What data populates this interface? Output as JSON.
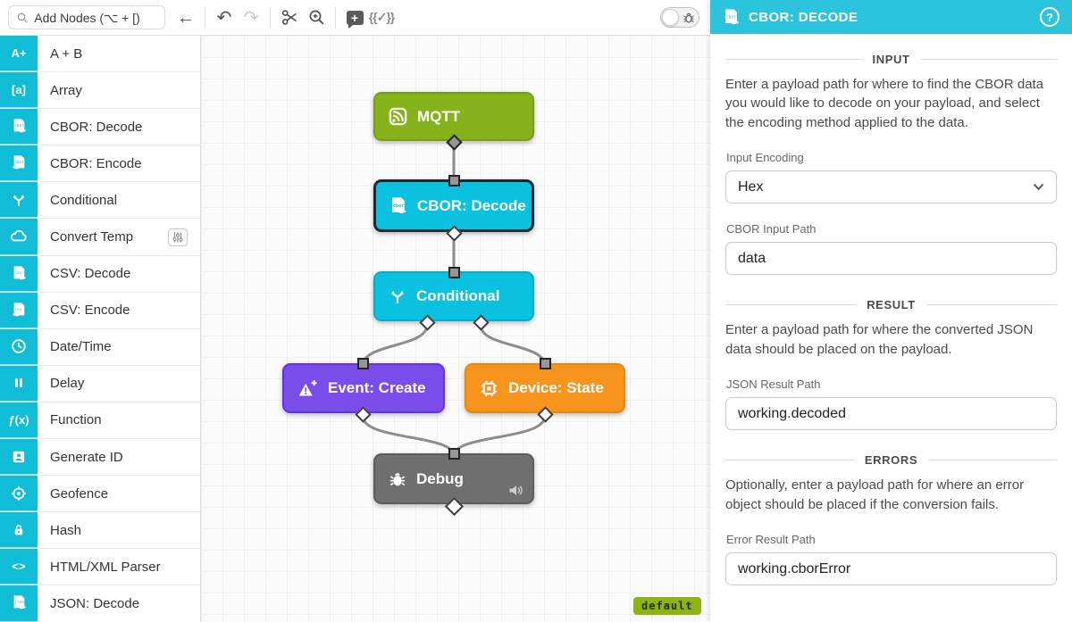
{
  "colors": {
    "accent-cyan": "#11bcd7",
    "node-cyan": "#0ac1e0",
    "node-green": "#86b31c",
    "node-purple": "#7a4ce9",
    "node-orange": "#f7941e",
    "node-gray": "#6f6f6f",
    "panel-header": "#2cc3dc",
    "badge-green": "#8cb413",
    "edge-gray": "#8d8d8d"
  },
  "toolbar": {
    "search_placeholder": "Add Nodes (⌥ + [)",
    "back_glyph": "←",
    "undo_glyph": "↶",
    "redo_glyph": "↷",
    "comment_plus_glyph": "+",
    "template_tester_glyph": "{{✓}}"
  },
  "sidebar": {
    "items": [
      {
        "name": "a-plus-b",
        "label": "A + B",
        "icon": "text",
        "glyph": "A+"
      },
      {
        "name": "array",
        "label": "Array",
        "icon": "text",
        "glyph": "[a]"
      },
      {
        "name": "cbor-decode",
        "label": "CBOR: Decode",
        "icon": "doc-decode",
        "glyph": "cbor"
      },
      {
        "name": "cbor-encode",
        "label": "CBOR: Encode",
        "icon": "doc-encode",
        "glyph": "cbor"
      },
      {
        "name": "conditional",
        "label": "Conditional",
        "icon": "branch"
      },
      {
        "name": "convert-temp",
        "label": "Convert Temp",
        "icon": "cloud",
        "config_badge": true
      },
      {
        "name": "csv-decode",
        "label": "CSV: Decode",
        "icon": "doc-decode",
        "glyph": "csv"
      },
      {
        "name": "csv-encode",
        "label": "CSV: Encode",
        "icon": "doc-encode",
        "glyph": "csv"
      },
      {
        "name": "date-time",
        "label": "Date/Time",
        "icon": "clock"
      },
      {
        "name": "delay",
        "label": "Delay",
        "icon": "pause"
      },
      {
        "name": "function",
        "label": "Function",
        "icon": "text",
        "glyph": "ƒ(x)"
      },
      {
        "name": "generate-id",
        "label": "Generate ID",
        "icon": "id-badge"
      },
      {
        "name": "geofence",
        "label": "Geofence",
        "icon": "target"
      },
      {
        "name": "hash",
        "label": "Hash",
        "icon": "lock"
      },
      {
        "name": "html-xml-parser",
        "label": "HTML/XML Parser",
        "icon": "text",
        "glyph": "<>"
      },
      {
        "name": "json-decode",
        "label": "JSON: Decode",
        "icon": "doc-decode",
        "glyph": "json"
      }
    ]
  },
  "canvas": {
    "nodes": [
      {
        "label": "MQTT"
      },
      {
        "label": "CBOR: Decode",
        "selected": true,
        "doc_glyph": "cbor"
      },
      {
        "label": "Conditional"
      },
      {
        "label": "Event: Create"
      },
      {
        "label": "Device: State"
      },
      {
        "label": "Debug"
      }
    ],
    "version_badge": "default"
  },
  "panel": {
    "title": "CBOR: Decode",
    "sections": [
      {
        "heading": "INPUT",
        "description": "Enter a payload path for where to find the CBOR data you would like to decode on your payload, and select the encoding method applied to the data.",
        "fields": [
          {
            "label": "Input Encoding",
            "type": "select",
            "value": "Hex"
          },
          {
            "label": "CBOR Input Path",
            "type": "text",
            "value": "data"
          }
        ]
      },
      {
        "heading": "RESULT",
        "description": "Enter a payload path for where the converted JSON data should be placed on the payload.",
        "fields": [
          {
            "label": "JSON Result Path",
            "type": "text",
            "value": "working.decoded"
          }
        ]
      },
      {
        "heading": "ERRORS",
        "description": "Optionally, enter a payload path for where an error object should be placed if the conversion fails.",
        "fields": [
          {
            "label": "Error Result Path",
            "type": "text",
            "value": "working.cborError"
          }
        ]
      }
    ]
  }
}
